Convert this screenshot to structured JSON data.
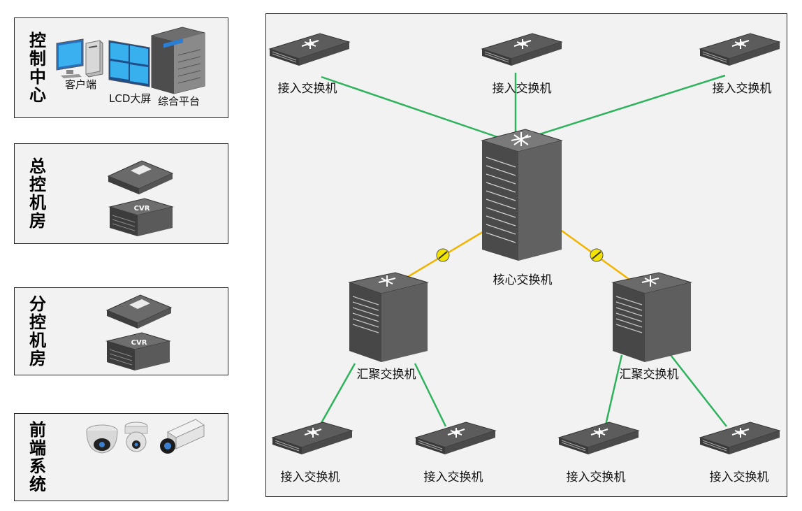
{
  "panels": [
    {
      "id": "control-center",
      "title": [
        "控",
        "制",
        "中",
        "心"
      ],
      "items": [
        "客户端",
        "LCD大屏",
        "综合平台"
      ]
    },
    {
      "id": "main-room",
      "title": [
        "总",
        "控",
        "机",
        "房"
      ],
      "devices": {
        "cvr": "CVR"
      }
    },
    {
      "id": "sub-room",
      "title": [
        "分",
        "控",
        "机",
        "房"
      ],
      "devices": {
        "cvr": "CVR"
      }
    },
    {
      "id": "frontend",
      "title": [
        "前",
        "端",
        "系",
        "统"
      ]
    }
  ],
  "network": {
    "core": "核心交换机",
    "agg_left": "汇聚交换机",
    "agg_right": "汇聚交换机",
    "access_top": [
      "接入交换机",
      "接入交换机",
      "接入交换机"
    ],
    "access_bottom": [
      "接入交换机",
      "接入交换机",
      "接入交换机",
      "接入交换机"
    ]
  },
  "colors": {
    "green_link": "#2eb25c",
    "fiber_link": "#f0b400",
    "panel_bg": "#f2f2f2"
  },
  "icons": [
    "switch-icon",
    "core-rack-icon",
    "agg-rack-icon",
    "pc-icon",
    "video-wall-icon",
    "platform-rack-icon",
    "nvr-icon",
    "cvr-icon",
    "dome-camera-icon",
    "ball-camera-icon",
    "box-camera-icon",
    "fiber-module-icon"
  ]
}
